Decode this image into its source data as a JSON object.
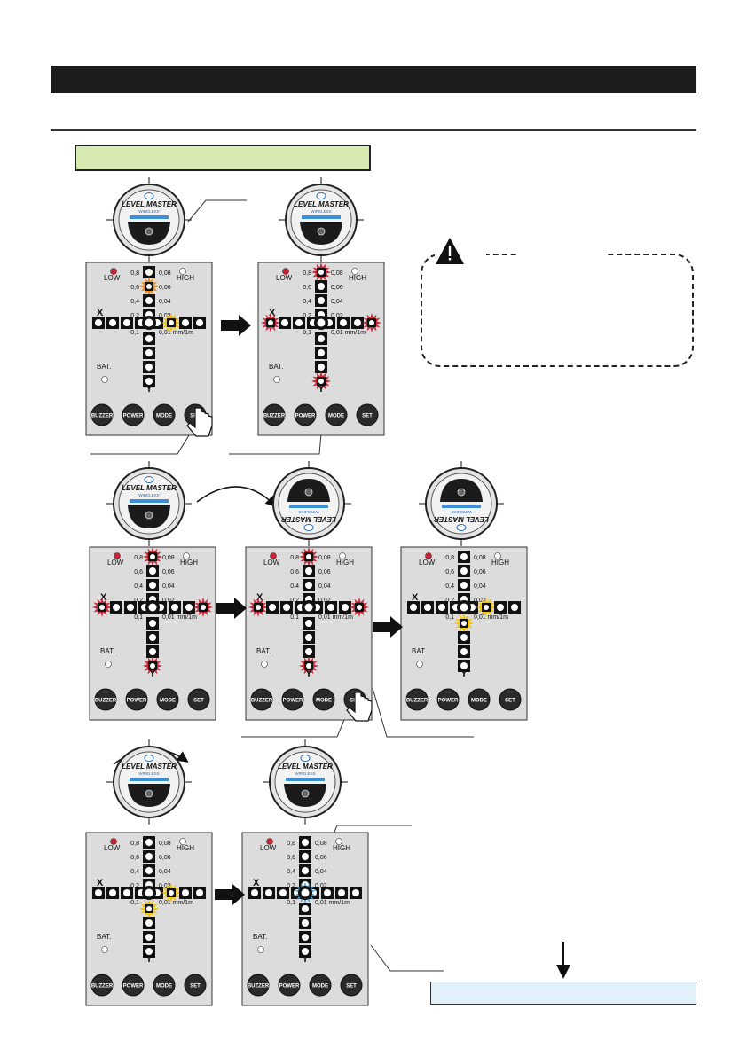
{
  "page": {
    "background": "#ffffff",
    "accent": "#d7eab2",
    "note_fill": "#e2f0fa"
  },
  "device": {
    "brand": "LEVEL MASTER",
    "sub": "WIRELESS",
    "low_label": "LOW",
    "high_label": "HIGH",
    "x_label": "X",
    "y_label": "Y",
    "bat_label": "BAT.",
    "unit_label": "0,01 mm/1m",
    "scale_left": [
      "0,8",
      "0,6",
      "0,4",
      "0,2",
      "0,1"
    ],
    "scale_right": [
      "0,08",
      "0,06",
      "0,04",
      "0,02"
    ],
    "buttons": [
      "BUZZER",
      "POWER",
      "MODE",
      "SET"
    ]
  },
  "colors": {
    "led_red": "#cc2233",
    "led_orange": "#f08c1e",
    "led_yellow": "#f4c400",
    "led_blue": "#3aa0e0",
    "panel_bg": "#dcdcdc"
  },
  "icons": {
    "warning": "warning-triangle-icon",
    "hand": "pointing-hand-icon",
    "arrow": "right-arrow-icon"
  }
}
